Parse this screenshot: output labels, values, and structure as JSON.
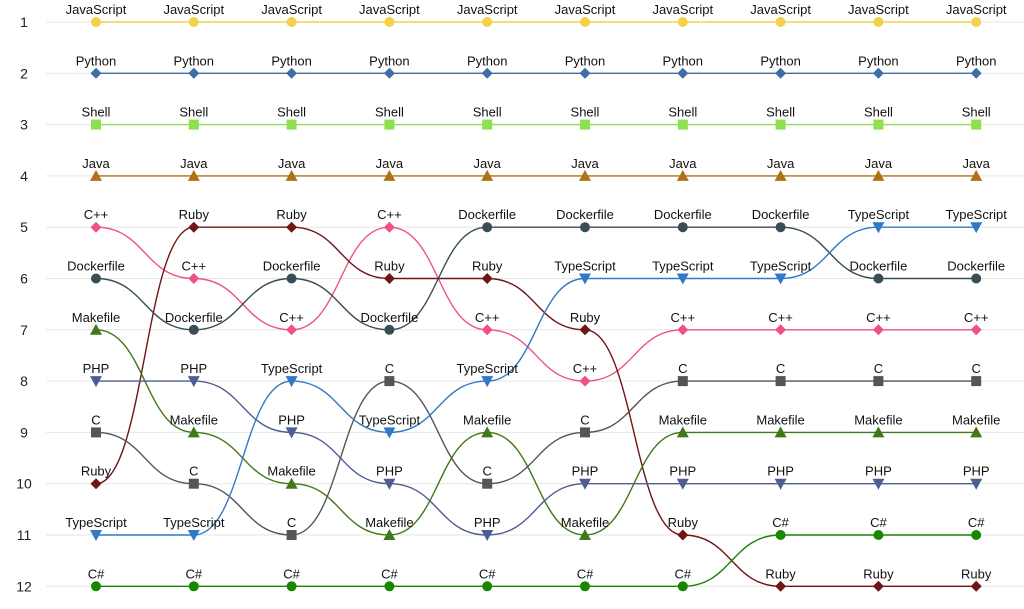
{
  "chart_data": {
    "type": "line",
    "title": "",
    "xlabel": "",
    "ylabel": "",
    "ylim": [
      1,
      12
    ],
    "y_reversed": true,
    "grid": true,
    "legend": "none",
    "rank_ticks": [
      "1",
      "2",
      "3",
      "4",
      "5",
      "6",
      "7",
      "8",
      "9",
      "10",
      "11",
      "12"
    ],
    "x": [
      1,
      2,
      3,
      4,
      5,
      6,
      7,
      8,
      9,
      10
    ],
    "series": [
      {
        "name": "JavaScript",
        "color": "#f2d24b",
        "marker": "circle",
        "values": [
          1,
          1,
          1,
          1,
          1,
          1,
          1,
          1,
          1,
          1
        ]
      },
      {
        "name": "Python",
        "color": "#3d6fa5",
        "marker": "diamond",
        "values": [
          2,
          2,
          2,
          2,
          2,
          2,
          2,
          2,
          2,
          2
        ]
      },
      {
        "name": "Shell",
        "color": "#8fe04f",
        "marker": "square",
        "values": [
          3,
          3,
          3,
          3,
          3,
          3,
          3,
          3,
          3,
          3
        ]
      },
      {
        "name": "Java",
        "color": "#b07218",
        "marker": "triangle",
        "values": [
          4,
          4,
          4,
          4,
          4,
          4,
          4,
          4,
          4,
          4
        ]
      },
      {
        "name": "C++",
        "color": "#f05280",
        "marker": "diamond",
        "values": [
          5,
          6,
          7,
          5,
          7,
          8,
          7,
          7,
          7,
          7
        ]
      },
      {
        "name": "Ruby",
        "color": "#701516",
        "marker": "diamond",
        "values": [
          10,
          5,
          5,
          6,
          6,
          7,
          11,
          12,
          12,
          12
        ]
      },
      {
        "name": "Dockerfile",
        "color": "#384d54",
        "marker": "circle",
        "values": [
          6,
          7,
          6,
          7,
          5,
          5,
          5,
          5,
          6,
          6
        ]
      },
      {
        "name": "Makefile",
        "color": "#427819",
        "marker": "triangle",
        "values": [
          7,
          9,
          10,
          11,
          9,
          11,
          9,
          9,
          9,
          9
        ]
      },
      {
        "name": "PHP",
        "color": "#4f5d95",
        "marker": "triangle-down",
        "values": [
          8,
          8,
          9,
          10,
          11,
          10,
          10,
          10,
          10,
          10
        ]
      },
      {
        "name": "C",
        "color": "#555555",
        "marker": "square",
        "values": [
          9,
          10,
          11,
          8,
          10,
          9,
          8,
          8,
          8,
          8
        ]
      },
      {
        "name": "TypeScript",
        "color": "#3178c6",
        "marker": "triangle-down",
        "values": [
          11,
          11,
          8,
          9,
          8,
          6,
          6,
          6,
          5,
          5
        ]
      },
      {
        "name": "C#",
        "color": "#178600",
        "marker": "circle",
        "values": [
          12,
          12,
          12,
          12,
          12,
          12,
          12,
          11,
          11,
          11
        ]
      }
    ]
  }
}
